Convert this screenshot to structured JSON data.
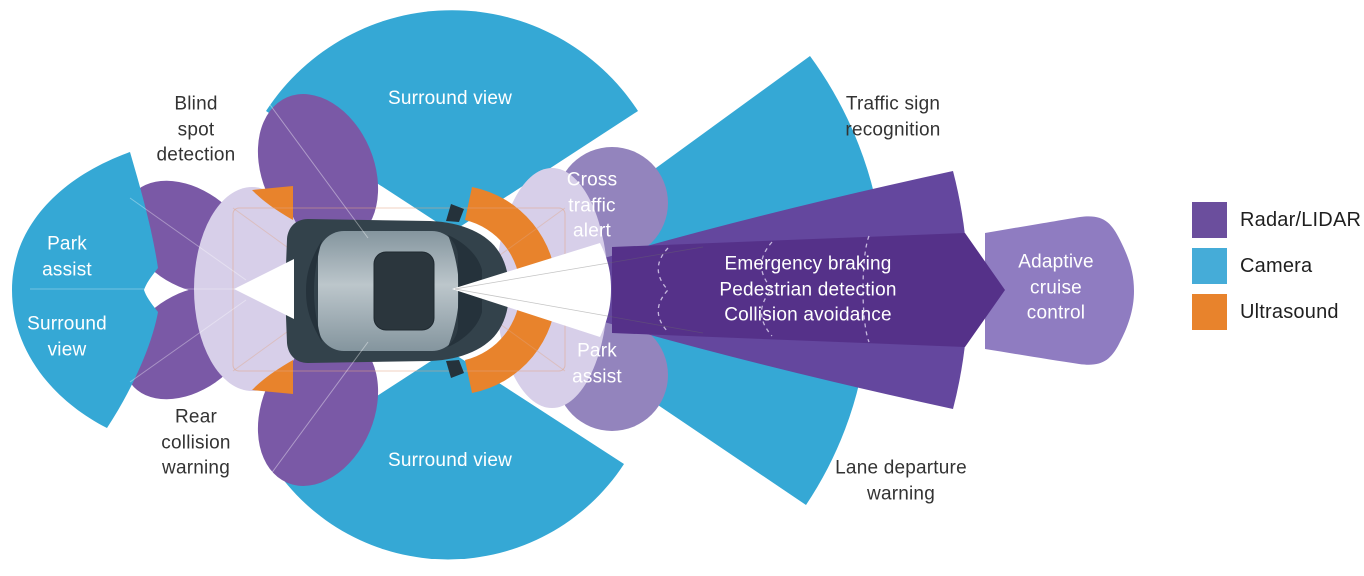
{
  "labels": [
    {
      "id": "blind-spot-detection",
      "text": "Blind\nspot\ndetection"
    },
    {
      "id": "surround-view-top",
      "text": "Surround view"
    },
    {
      "id": "traffic-sign-recognition",
      "text": "Traffic sign\nrecognition"
    },
    {
      "id": "park-assist-left",
      "text": "Park\nassist"
    },
    {
      "id": "surround-view-left",
      "text": "Surround\nview"
    },
    {
      "id": "cross-traffic-alert",
      "text": "Cross\ntraffic\nalert"
    },
    {
      "id": "emergency-group",
      "text": "Emergency braking\nPedestrian detection\nCollision avoidance"
    },
    {
      "id": "adaptive-cruise-control",
      "text": "Adaptive\ncruise\ncontrol"
    },
    {
      "id": "park-assist-front",
      "text": "Park\nassist"
    },
    {
      "id": "rear-collision-warning",
      "text": "Rear\ncollision\nwarning"
    },
    {
      "id": "surround-view-bottom",
      "text": "Surround view"
    },
    {
      "id": "lane-departure-warning",
      "text": "Lane departure\nwarning"
    }
  ],
  "legend": {
    "items": [
      {
        "label": "Radar/LIDAR",
        "color": "#6B4E9D"
      },
      {
        "label": "Camera",
        "color": "#45ACD8"
      },
      {
        "label": "Ultrasound",
        "color": "#E8832C"
      }
    ]
  },
  "colors": {
    "camera_zone": "#35A8D5",
    "radar_lobe": "#7A59A6",
    "radar_corner": "#9384BD",
    "radar_fan": "#64479E",
    "radar_core": "#553189",
    "adaptive_zone": "#8F7CC1",
    "proximity_zone": "#D7CFE9",
    "ultrasound_zone": "#E8832C"
  }
}
